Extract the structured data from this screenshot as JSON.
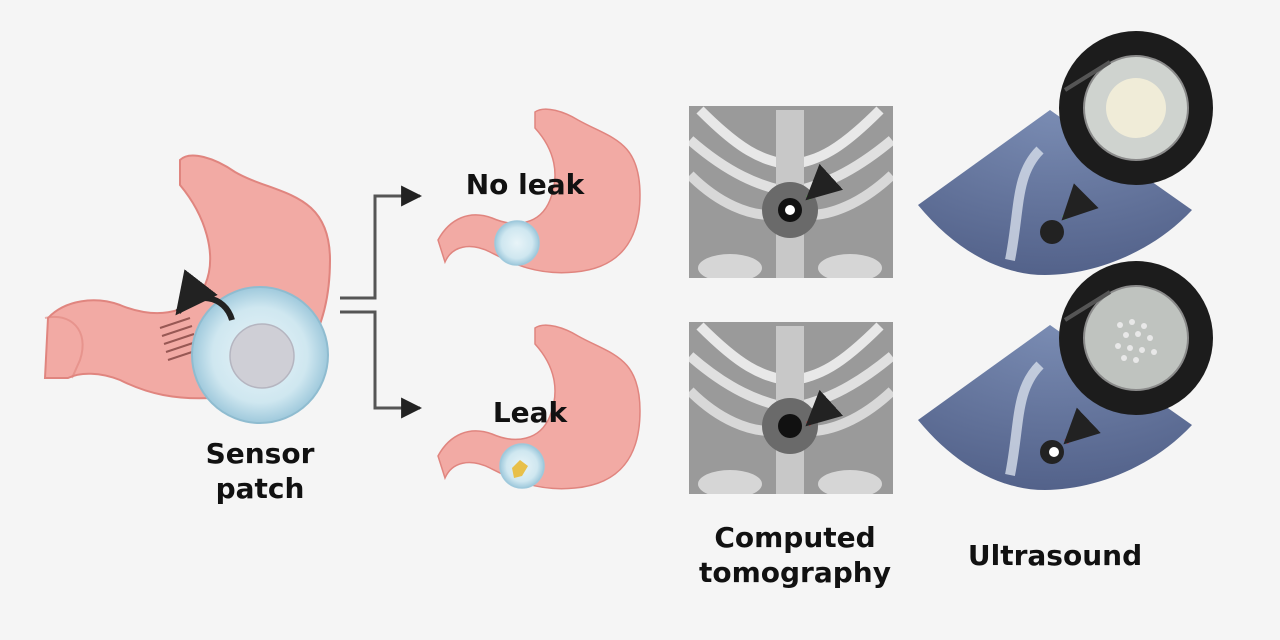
{
  "labels": {
    "sensor_line1": "Sensor",
    "sensor_line2": "patch",
    "no_leak": "No leak",
    "leak": "Leak",
    "ct_line1": "Computed",
    "ct_line2": "tomography",
    "ultrasound": "Ultrasound"
  },
  "colors": {
    "background": "#f5f5f5",
    "stomach_fill": "#f2aaa4",
    "stomach_edge": "#e0857f",
    "patch": "#bfe0ec",
    "arrow": "#222222",
    "no_leak_marker": "#4cc23a",
    "leak_marker": "#e02020",
    "ct_gray": "#8a8a8a",
    "ultrasound_blue": "#6f7fa3"
  },
  "icons": [
    "stomach-icon",
    "sensor-patch-icon",
    "curved-arrow-icon",
    "ct-scan-image",
    "ultrasound-image",
    "sensor-photo-inset"
  ]
}
